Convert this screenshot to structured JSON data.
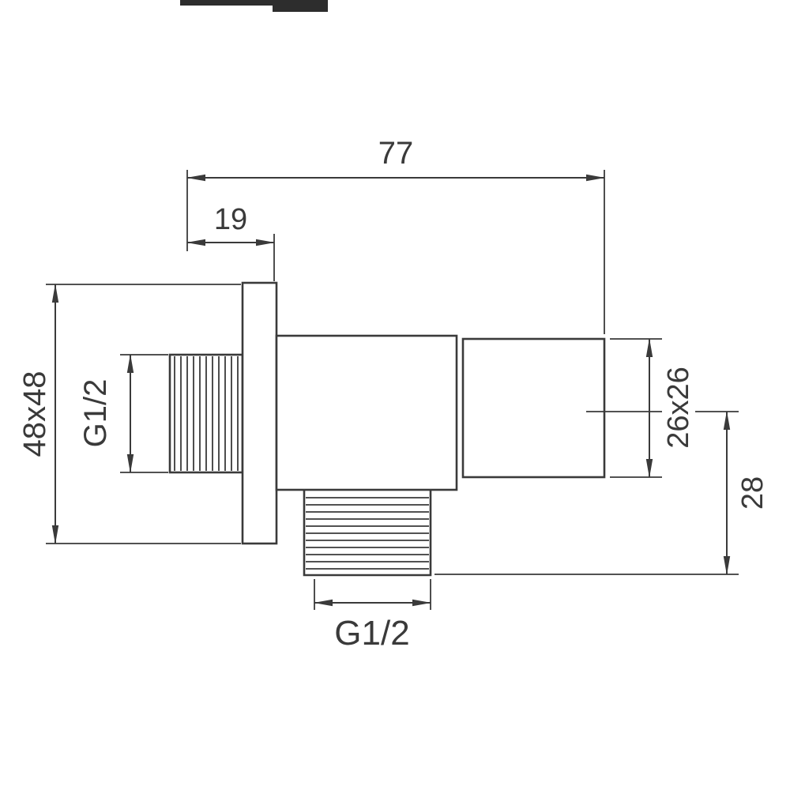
{
  "colors": {
    "line": "#3a3a3a",
    "background": "#ffffff",
    "logo": "#2d2d2d"
  },
  "dims": {
    "total_width": "77",
    "wall_offset": "19",
    "flange": "48x48",
    "inlet_thread": "G1/2",
    "handle": "26x26",
    "outlet_height": "28",
    "outlet_thread": "G1/2"
  }
}
